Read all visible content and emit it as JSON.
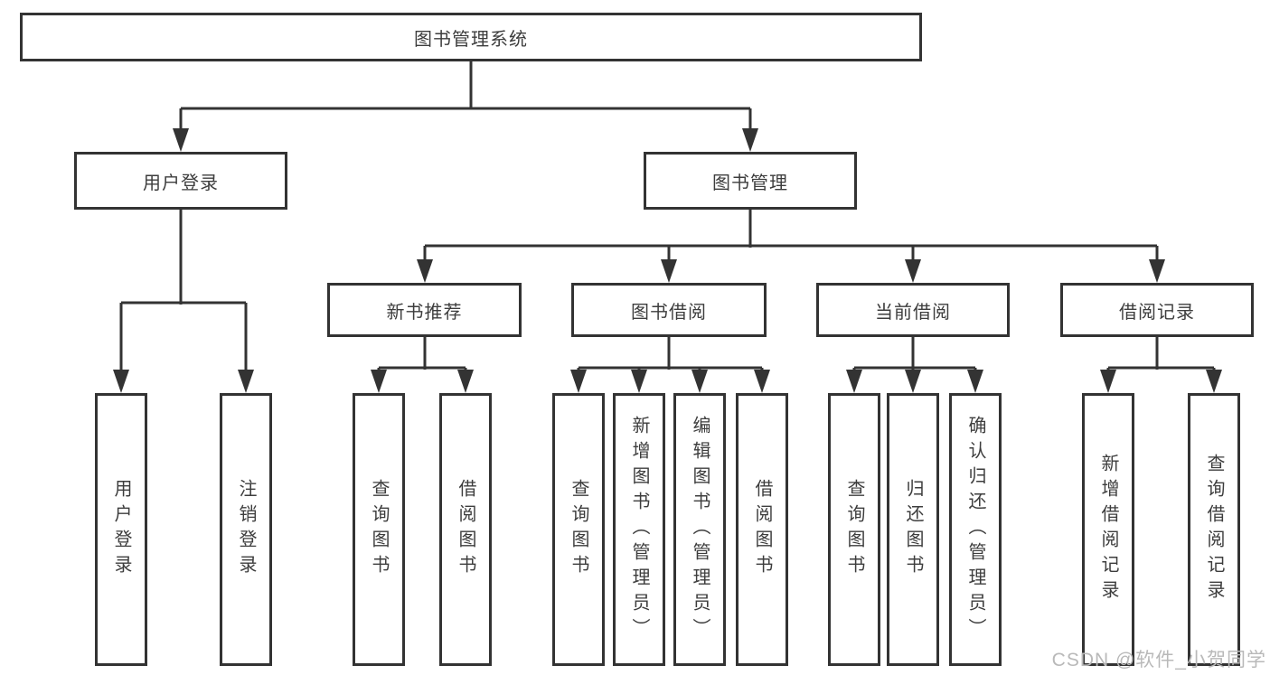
{
  "diagram": {
    "root": "图书管理系统",
    "nodes": {
      "user_login": "用户登录",
      "book_management": "图书管理",
      "new_book_recommendation": "新书推荐",
      "book_borrowing": "图书借阅",
      "current_borrowing": "当前借阅",
      "borrowing_records": "借阅记录"
    },
    "leaves": {
      "user_login": [
        "用户登录",
        "注销登录"
      ],
      "new_book_recommendation": [
        "查询图书",
        "借阅图书"
      ],
      "book_borrowing": [
        "查询图书",
        "新增图书（管理员）",
        "编辑图书（管理员）",
        "借阅图书"
      ],
      "current_borrowing": [
        "查询图书",
        "归还图书",
        "确认归还（管理员）"
      ],
      "borrowing_records": [
        "新增借阅记录",
        "查询借阅记录"
      ]
    }
  },
  "watermark": "CSDN @软件_小贺同学",
  "colors": {
    "line": "#333333",
    "fill": "#ffffff",
    "text": "#3d3d3d",
    "watermark": "#b9b9b9"
  }
}
